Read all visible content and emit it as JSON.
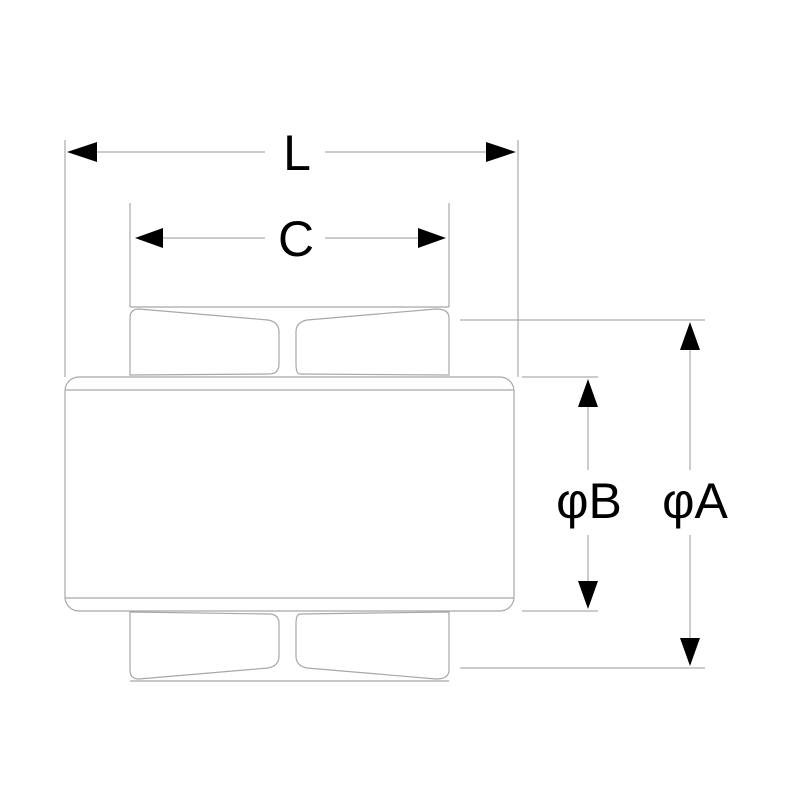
{
  "labels": {
    "L": "L",
    "C": "C",
    "B": "φB",
    "A": "φA"
  },
  "colors": {
    "line": "#9a9a9a",
    "outline": "#a8a8a8",
    "arrow": "#000000",
    "background": "#ffffff"
  }
}
